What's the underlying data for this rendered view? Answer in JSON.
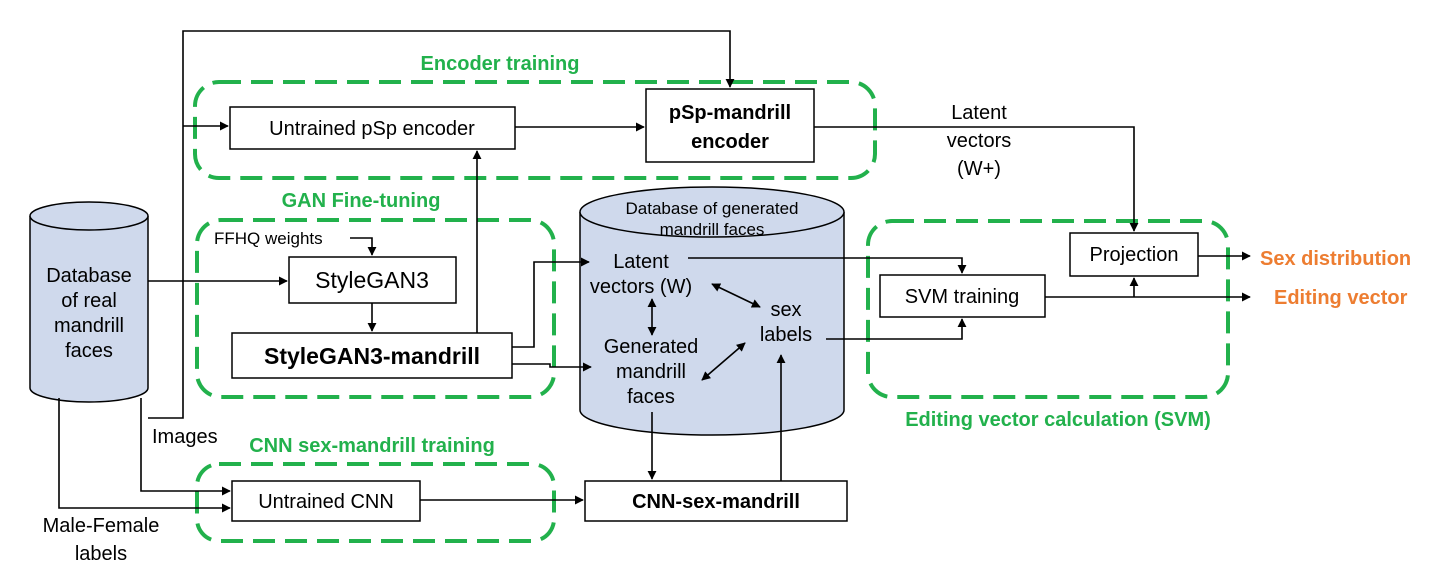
{
  "colors": {
    "group_border": "#22b14c",
    "group_label": "#22b14c",
    "model_name": "#6a2c91",
    "output": "#ed7d31",
    "cylinder_fill": "#cfd9ec"
  },
  "groups": {
    "encoder_training": "Encoder training",
    "gan_finetuning": "GAN Fine-tuning",
    "cnn_training": "CNN sex-mandrill training",
    "svm_calc": "Editing vector calculation (SVM)"
  },
  "nodes": {
    "real_db": [
      "Database",
      "of real",
      "mandrill",
      "faces"
    ],
    "untrained_psp": "Untrained pSp encoder",
    "psp_mandrill": [
      "pSp-mandrill",
      "encoder"
    ],
    "ffhq": "FFHQ weights",
    "stylegan3": "StyleGAN3",
    "stylegan3_mandrill": "StyleGAN3-mandrill",
    "gen_db_title": [
      "Database of generated",
      "mandrill faces"
    ],
    "latent_w": [
      "Latent",
      "vectors (W)"
    ],
    "sex_labels": [
      "sex",
      "labels"
    ],
    "generated_faces": [
      "Generated",
      "mandrill",
      "faces"
    ],
    "untrained_cnn": "Untrained CNN",
    "cnn_sex_mandrill": "CNN-sex-mandrill",
    "svm_training": "SVM training",
    "projection": "Projection"
  },
  "labels": {
    "latent_wplus": [
      "Latent",
      "vectors",
      "(W+)"
    ],
    "images": "Images",
    "male_female": [
      "Male-Female",
      "labels"
    ]
  },
  "outputs": {
    "sex_distribution": "Sex distribution",
    "editing_vector": "Editing vector"
  }
}
